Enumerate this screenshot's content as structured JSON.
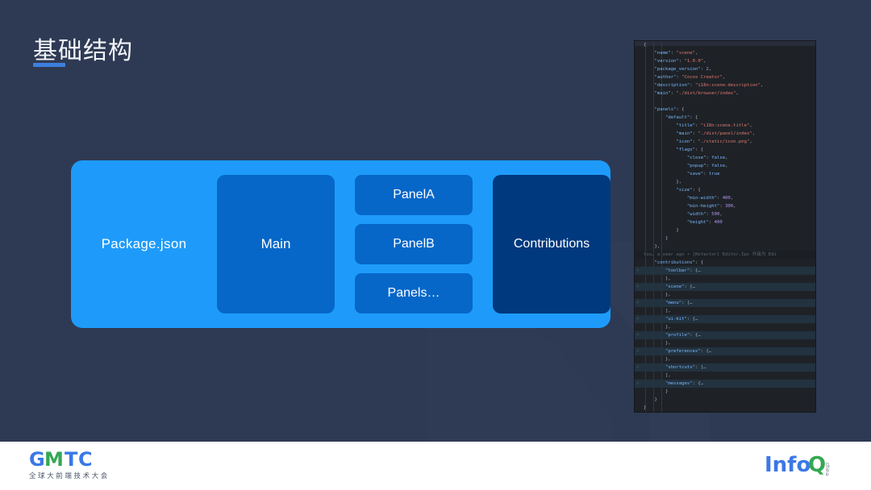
{
  "slide": {
    "title": "基础结构",
    "accent_color": "#3d7fe0",
    "background_color": "#2e3a53"
  },
  "diagram": {
    "container_label": "Package.json",
    "container_color": "#1e9bfa",
    "main_box": {
      "label": "Main",
      "color": "#0667c8"
    },
    "panels": [
      {
        "label": "PanelA",
        "color": "#0667c8"
      },
      {
        "label": "PanelB",
        "color": "#0667c8"
      },
      {
        "label": "Panels…",
        "color": "#0667c8"
      }
    ],
    "contributions_box": {
      "label": "Contributions",
      "color": "#01397e"
    }
  },
  "code_panel": {
    "language": "json",
    "background": "#1e2227",
    "blame_line": "You, a year ago • [Refactor] Editor.Ipc 升级为 Edi",
    "lines": [
      {
        "indent": 0,
        "folded": false,
        "tokens": [
          {
            "t": "{",
            "c": "p"
          }
        ]
      },
      {
        "indent": 1,
        "folded": false,
        "tokens": [
          {
            "t": "\"name\"",
            "c": "k"
          },
          {
            "t": ": ",
            "c": "p"
          },
          {
            "t": "\"scene\"",
            "c": "s"
          },
          {
            "t": ",",
            "c": "p"
          }
        ]
      },
      {
        "indent": 1,
        "folded": false,
        "tokens": [
          {
            "t": "\"version\"",
            "c": "k"
          },
          {
            "t": ": ",
            "c": "p"
          },
          {
            "t": "\"1.0.0\"",
            "c": "s"
          },
          {
            "t": ",",
            "c": "p"
          }
        ]
      },
      {
        "indent": 1,
        "folded": false,
        "tokens": [
          {
            "t": "\"package_version\"",
            "c": "k"
          },
          {
            "t": ": ",
            "c": "p"
          },
          {
            "t": "2",
            "c": "n"
          },
          {
            "t": ",",
            "c": "p"
          }
        ]
      },
      {
        "indent": 1,
        "folded": false,
        "tokens": [
          {
            "t": "\"author\"",
            "c": "k"
          },
          {
            "t": ": ",
            "c": "p"
          },
          {
            "t": "\"Cocos Creator\"",
            "c": "s"
          },
          {
            "t": ",",
            "c": "p"
          }
        ]
      },
      {
        "indent": 1,
        "folded": false,
        "tokens": [
          {
            "t": "\"description\"",
            "c": "k"
          },
          {
            "t": ": ",
            "c": "p"
          },
          {
            "t": "\"i18n:scene.description\"",
            "c": "s"
          },
          {
            "t": ",",
            "c": "p"
          }
        ]
      },
      {
        "indent": 1,
        "folded": false,
        "tokens": [
          {
            "t": "\"main\"",
            "c": "k"
          },
          {
            "t": ": ",
            "c": "p"
          },
          {
            "t": "\"./dist/browser/index\"",
            "c": "s"
          },
          {
            "t": ",",
            "c": "p"
          }
        ]
      },
      {
        "indent": 0,
        "folded": false,
        "tokens": []
      },
      {
        "indent": 1,
        "folded": false,
        "tokens": [
          {
            "t": "\"panels\"",
            "c": "k"
          },
          {
            "t": ": {",
            "c": "p"
          }
        ]
      },
      {
        "indent": 2,
        "folded": false,
        "tokens": [
          {
            "t": "\"default\"",
            "c": "k"
          },
          {
            "t": ": {",
            "c": "p"
          }
        ]
      },
      {
        "indent": 3,
        "folded": false,
        "tokens": [
          {
            "t": "\"title\"",
            "c": "k"
          },
          {
            "t": ": ",
            "c": "p"
          },
          {
            "t": "\"i18n:scene.title\"",
            "c": "s"
          },
          {
            "t": ",",
            "c": "p"
          }
        ]
      },
      {
        "indent": 3,
        "folded": false,
        "tokens": [
          {
            "t": "\"main\"",
            "c": "k"
          },
          {
            "t": ": ",
            "c": "p"
          },
          {
            "t": "\"./dist/panel/index\"",
            "c": "s"
          },
          {
            "t": ",",
            "c": "p"
          }
        ]
      },
      {
        "indent": 3,
        "folded": false,
        "tokens": [
          {
            "t": "\"icon\"",
            "c": "k"
          },
          {
            "t": ": ",
            "c": "p"
          },
          {
            "t": "\"./static/icon.png\"",
            "c": "s"
          },
          {
            "t": ",",
            "c": "p"
          }
        ]
      },
      {
        "indent": 3,
        "folded": false,
        "tokens": [
          {
            "t": "\"flags\"",
            "c": "k"
          },
          {
            "t": ": {",
            "c": "p"
          }
        ]
      },
      {
        "indent": 4,
        "folded": false,
        "tokens": [
          {
            "t": "\"close\"",
            "c": "k"
          },
          {
            "t": ": ",
            "c": "p"
          },
          {
            "t": "false",
            "c": "b"
          },
          {
            "t": ",",
            "c": "p"
          }
        ]
      },
      {
        "indent": 4,
        "folded": false,
        "tokens": [
          {
            "t": "\"popup\"",
            "c": "k"
          },
          {
            "t": ": ",
            "c": "p"
          },
          {
            "t": "false",
            "c": "b"
          },
          {
            "t": ",",
            "c": "p"
          }
        ]
      },
      {
        "indent": 4,
        "folded": false,
        "tokens": [
          {
            "t": "\"save\"",
            "c": "k"
          },
          {
            "t": ": ",
            "c": "p"
          },
          {
            "t": "true",
            "c": "b"
          }
        ]
      },
      {
        "indent": 3,
        "folded": false,
        "tokens": [
          {
            "t": "},",
            "c": "p"
          }
        ]
      },
      {
        "indent": 3,
        "folded": false,
        "tokens": [
          {
            "t": "\"size\"",
            "c": "k"
          },
          {
            "t": ": {",
            "c": "p"
          }
        ]
      },
      {
        "indent": 4,
        "folded": false,
        "tokens": [
          {
            "t": "\"min-width\"",
            "c": "k"
          },
          {
            "t": ": ",
            "c": "p"
          },
          {
            "t": "400",
            "c": "n"
          },
          {
            "t": ",",
            "c": "p"
          }
        ]
      },
      {
        "indent": 4,
        "folded": false,
        "tokens": [
          {
            "t": "\"min-height\"",
            "c": "k"
          },
          {
            "t": ": ",
            "c": "p"
          },
          {
            "t": "300",
            "c": "n"
          },
          {
            "t": ",",
            "c": "p"
          }
        ]
      },
      {
        "indent": 4,
        "folded": false,
        "tokens": [
          {
            "t": "\"width\"",
            "c": "k"
          },
          {
            "t": ": ",
            "c": "p"
          },
          {
            "t": "500",
            "c": "n"
          },
          {
            "t": ",",
            "c": "p"
          }
        ]
      },
      {
        "indent": 4,
        "folded": false,
        "tokens": [
          {
            "t": "\"height\"",
            "c": "k"
          },
          {
            "t": ": ",
            "c": "p"
          },
          {
            "t": "400",
            "c": "n"
          }
        ]
      },
      {
        "indent": 3,
        "folded": false,
        "tokens": [
          {
            "t": "}",
            "c": "p"
          }
        ]
      },
      {
        "indent": 2,
        "folded": false,
        "tokens": [
          {
            "t": "}",
            "c": "p"
          }
        ]
      },
      {
        "indent": 1,
        "folded": false,
        "tokens": [
          {
            "t": "},",
            "c": "p"
          }
        ]
      },
      {
        "indent": 0,
        "folded": false,
        "blame": true,
        "tokens": []
      },
      {
        "indent": 1,
        "folded": false,
        "tokens": [
          {
            "t": "\"contributions\"",
            "c": "k"
          },
          {
            "t": ": {",
            "c": "p"
          }
        ]
      },
      {
        "indent": 2,
        "folded": true,
        "tokens": [
          {
            "t": "\"toolbar\"",
            "c": "k"
          },
          {
            "t": ": {…",
            "c": "p"
          }
        ]
      },
      {
        "indent": 2,
        "folded": false,
        "tokens": [
          {
            "t": "},",
            "c": "p"
          }
        ]
      },
      {
        "indent": 2,
        "folded": true,
        "tokens": [
          {
            "t": "\"scene\"",
            "c": "k"
          },
          {
            "t": ": {…",
            "c": "p"
          }
        ]
      },
      {
        "indent": 2,
        "folded": false,
        "tokens": [
          {
            "t": "},",
            "c": "p"
          }
        ]
      },
      {
        "indent": 2,
        "folded": true,
        "tokens": [
          {
            "t": "\"menu\"",
            "c": "k"
          },
          {
            "t": ": […",
            "c": "p"
          }
        ]
      },
      {
        "indent": 2,
        "folded": false,
        "tokens": [
          {
            "t": "],",
            "c": "p"
          }
        ]
      },
      {
        "indent": 2,
        "folded": true,
        "tokens": [
          {
            "t": "\"ui-kit\"",
            "c": "k"
          },
          {
            "t": ": {…",
            "c": "p"
          }
        ]
      },
      {
        "indent": 2,
        "folded": false,
        "tokens": [
          {
            "t": "},",
            "c": "p"
          }
        ]
      },
      {
        "indent": 2,
        "folded": true,
        "tokens": [
          {
            "t": "\"profile\"",
            "c": "k"
          },
          {
            "t": ": {…",
            "c": "p"
          }
        ]
      },
      {
        "indent": 2,
        "folded": false,
        "tokens": [
          {
            "t": "},",
            "c": "p"
          }
        ]
      },
      {
        "indent": 2,
        "folded": true,
        "tokens": [
          {
            "t": "\"preferences\"",
            "c": "k"
          },
          {
            "t": ": {…",
            "c": "p"
          }
        ]
      },
      {
        "indent": 2,
        "folded": false,
        "tokens": [
          {
            "t": "},",
            "c": "p"
          }
        ]
      },
      {
        "indent": 2,
        "folded": true,
        "tokens": [
          {
            "t": "\"shortcuts\"",
            "c": "k"
          },
          {
            "t": ": […",
            "c": "p"
          }
        ]
      },
      {
        "indent": 2,
        "folded": false,
        "tokens": [
          {
            "t": "],",
            "c": "p"
          }
        ]
      },
      {
        "indent": 2,
        "folded": true,
        "tokens": [
          {
            "t": "\"messages\"",
            "c": "k"
          },
          {
            "t": ": {…",
            "c": "p"
          }
        ]
      },
      {
        "indent": 2,
        "folded": false,
        "tokens": [
          {
            "t": "}",
            "c": "p"
          }
        ]
      },
      {
        "indent": 1,
        "folded": false,
        "tokens": [
          {
            "t": "}",
            "c": "p"
          }
        ]
      },
      {
        "indent": 0,
        "folded": false,
        "tokens": [
          {
            "t": "}",
            "c": "p"
          }
        ]
      }
    ]
  },
  "footer": {
    "gmtc_letters": [
      "G",
      "M",
      "T",
      "C"
    ],
    "gmtc_subtitle": "全球大前端技术大会",
    "gmtc_colors": {
      "blue": "#3b78e7",
      "green": "#34a853"
    },
    "infoq_text": "Info",
    "infoq_q": "Q",
    "infoq_sub": "china",
    "infoq_colors": {
      "blue": "#3b78e7",
      "green": "#34a853"
    }
  }
}
